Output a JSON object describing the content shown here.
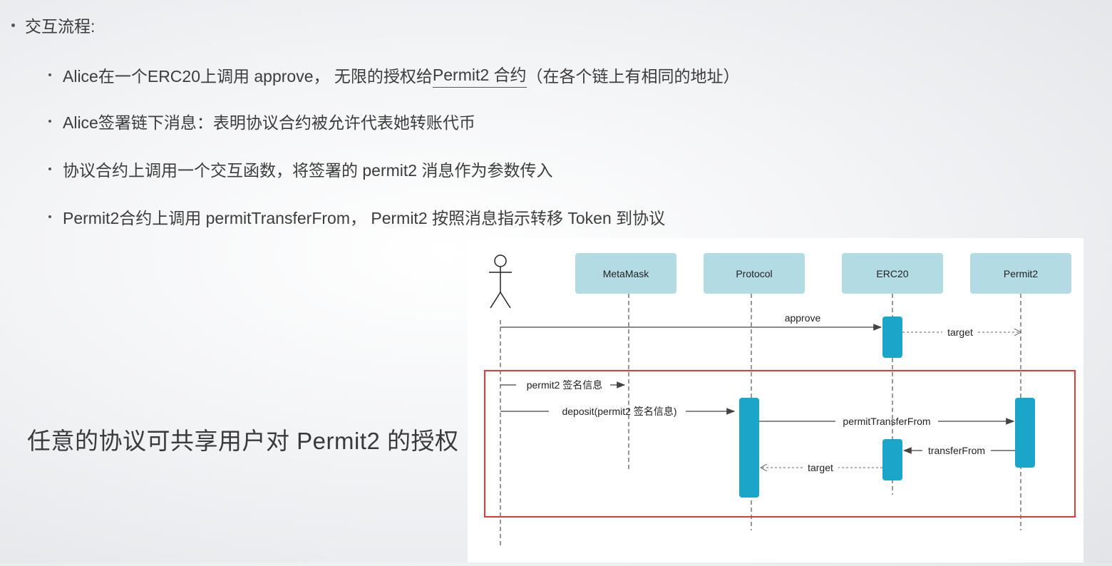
{
  "heading": "交互流程:",
  "bullets": [
    {
      "pre": "Alice在一个ERC20上调用 approve， 无限的授权给 ",
      "link": "Permit2 合约",
      "post": " （在各个链上有相同的地址）"
    },
    {
      "pre": "Alice签署链下消息：表明协议合约被允许代表她转账代币",
      "link": "",
      "post": ""
    },
    {
      "pre": "协议合约上调用一个交互函数，将签署的 permit2 消息作为参数传入",
      "link": "",
      "post": ""
    },
    {
      "pre": "Permit2合约上调用 permitTransferFrom， Permit2 按照消息指示转移 Token 到协议",
      "link": "",
      "post": ""
    }
  ],
  "shared_text": "任意的协议可共享用户对 Permit2 的授权",
  "diagram": {
    "participants": [
      "MetaMask",
      "Protocol",
      "ERC20",
      "Permit2"
    ],
    "messages": {
      "approve": "approve",
      "target_top": "target",
      "sign": "permit2 签名信息",
      "deposit": "deposit(permit2 签名信息)",
      "permit_transfer": "permitTransferFrom",
      "transfer_from": "transferFrom",
      "target_bottom": "target"
    },
    "colors": {
      "participant_box": "#b3dbe3",
      "activation": "#1ba6c9",
      "highlight_border": "#e03a3a",
      "line": "#555555"
    }
  }
}
